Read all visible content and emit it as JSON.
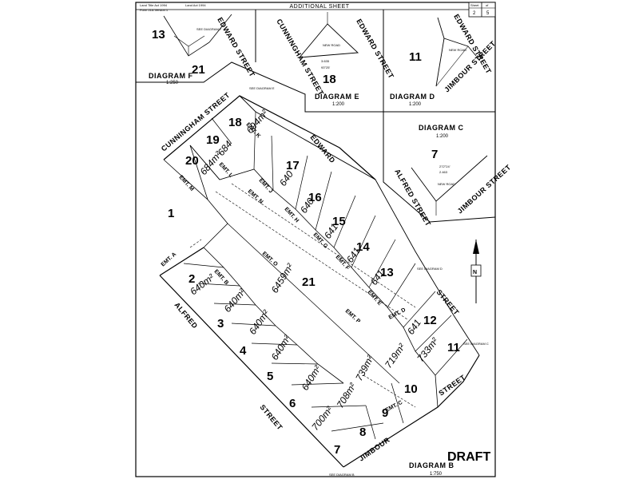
{
  "header": {
    "title": "ADDITIONAL SHEET",
    "act_line_1": "Land Title Act 1994",
    "act_line_2": "Land Act 1994",
    "form_line": "Form 21A Version 1",
    "sheet_label": "Sheet",
    "of_label": "of",
    "sheet_number": "2",
    "sheet_total": "5"
  },
  "stamp": "DRAFT",
  "north_label": "N",
  "streets": {
    "cunningham": "CUNNINGHAM STREET",
    "edward": "EDWARD",
    "street_e": "STREET",
    "alfred": "ALFRED",
    "street_a": "STREET",
    "jimbour": "JIMBOUR",
    "street_j": "STREET"
  },
  "diagrams": {
    "f": {
      "title": "DIAGRAM F",
      "scale": "1:250",
      "lot_13": "13",
      "lot_21": "21",
      "street": "EDWARD STREET"
    },
    "e": {
      "title": "DIAGRAM E",
      "scale": "1:200",
      "lot_18": "18",
      "street_1": "CUNNINGHAM STREET",
      "street_2": "EDWARD STREET",
      "road": "NEW ROAD",
      "dim_1": "3.635",
      "dim_2": "93°25'"
    },
    "d": {
      "title": "DIAGRAM D",
      "scale": "1:200",
      "lot_11": "11",
      "street_1": "EDWARD STREET",
      "street_2": "JIMBOUR STREET",
      "road": "NEW ROAD"
    },
    "c": {
      "title": "DIAGRAM C",
      "scale": "1:200",
      "lot_7": "7",
      "street_1": "ALFRED STREET",
      "street_2": "JIMBOUR STREET",
      "road": "NEW ROAD",
      "dim_1": "2.463",
      "dim_2": "272°24'"
    },
    "b": {
      "title": "DIAGRAM B",
      "scale": "1:750"
    }
  },
  "lots": {
    "l1": "1",
    "l2": "2",
    "a2": "640m²",
    "l3": "3",
    "a3": "640m²",
    "l4": "4",
    "a4": "640m²",
    "l5": "5",
    "a5": "640m²",
    "l6": "6",
    "a6": "640m²",
    "l7": "7",
    "a7": "700m²",
    "l8": "8",
    "a8": "708m²",
    "l9": "9",
    "a9": "739m²",
    "l10": "10",
    "a10": "719m²",
    "l11": "11",
    "a11": "733m²",
    "l12": "12",
    "a12": "641",
    "l13": "13",
    "a13": "641",
    "l14": "14",
    "a14": "641",
    "l15": "15",
    "a15": "641",
    "l16": "16",
    "a16": "640",
    "l17": "17",
    "a17": "640",
    "l18": "18",
    "a18": "694m²",
    "l19": "19",
    "a19": "684",
    "l20": "20",
    "a20": "684m²",
    "l21": "21",
    "a21": "6459m²"
  },
  "easements": {
    "emt_a": "EMT. A",
    "emt_b": "EMT. B",
    "emt_c": "EMT. C",
    "emt_d": "EMT. D",
    "emt_e": "EMT. E",
    "emt_f": "EMT. F",
    "emt_g": "EMT. G",
    "emt_h": "EMT. H",
    "emt_j": "EMT. J",
    "emt_k": "EMT. K",
    "emt_l": "EMT. L",
    "emt_m": "EMT. M",
    "emt_n": "EMT. N",
    "emt_o": "EMT. O",
    "emt_p": "EMT. P"
  },
  "refs": {
    "see_dgm_b": "SEE DIAGRAM B",
    "see_dgm_c": "SEE DIAGRAM C",
    "see_dgm_d": "SEE DIAGRAM D",
    "see_dgm_e": "SEE DIAGRAM E",
    "see_dgm_f": "SEE DIAGRAM F"
  }
}
